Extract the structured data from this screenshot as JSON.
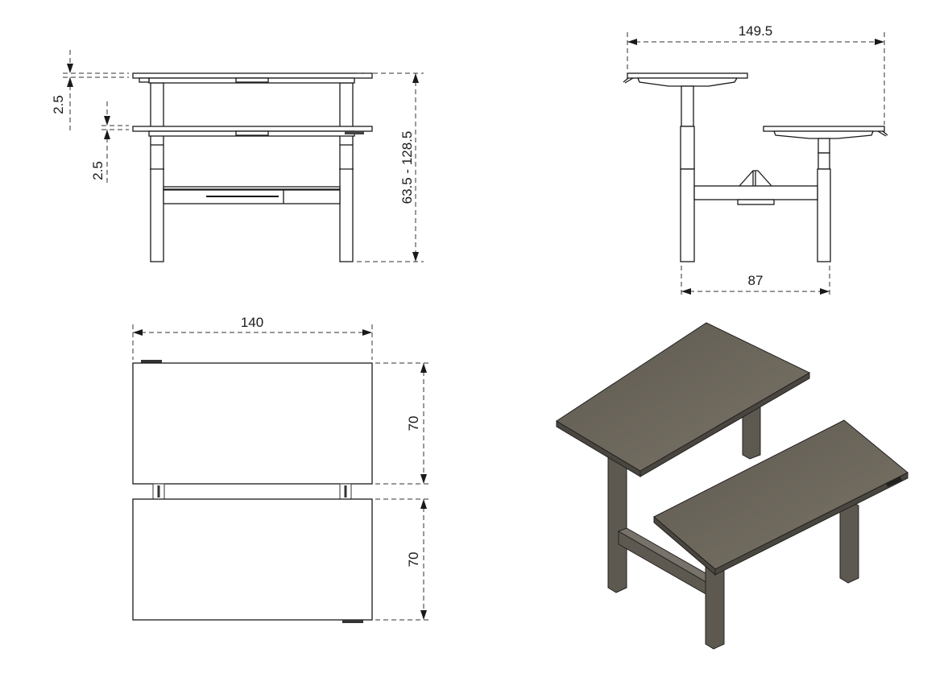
{
  "drawing": {
    "front_view": {
      "height_range_label": "63.5 - 128.5",
      "top_offset_label": "2.5",
      "lower_offset_label": "2.5"
    },
    "side_view": {
      "overall_depth_label": "149.5",
      "leg_spacing_label": "87"
    },
    "top_view": {
      "width_label": "140",
      "depth_upper_label": "70",
      "depth_lower_label": "70"
    },
    "colors": {
      "line": "#1a1a1a",
      "desktop_iso": "#6b655a",
      "frame_iso": "#5d5950"
    }
  }
}
